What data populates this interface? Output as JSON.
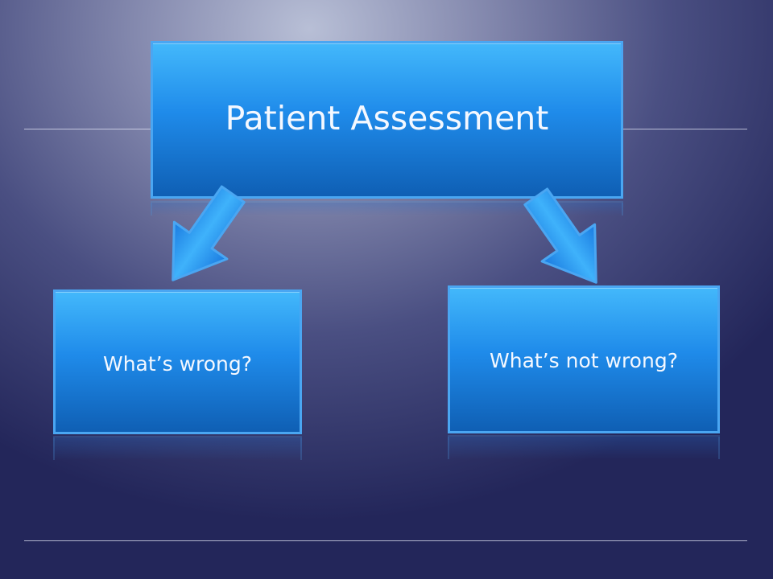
{
  "diagram": {
    "main_box": {
      "text": "Patient Assessment"
    },
    "left_box": {
      "text": "What’s wrong?"
    },
    "right_box": {
      "text": "What’s not wrong?"
    },
    "colors": {
      "box_border": "#4aa6f2",
      "box_top": "#43b8fb",
      "box_bottom": "#0f5fb4",
      "text": "#f4f8ff",
      "background_center": "#b8bfd6",
      "background_edge": "#23265a"
    }
  }
}
